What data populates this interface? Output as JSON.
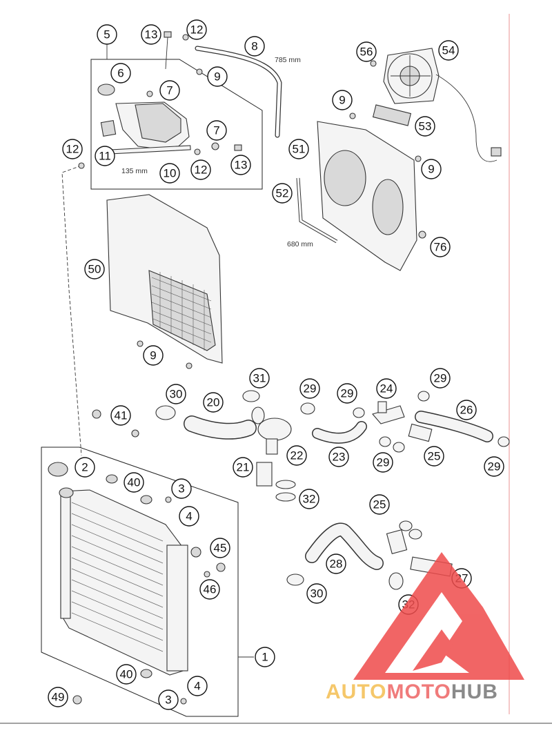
{
  "dimensions": {
    "hose_8": "785 mm",
    "rod_10": "135 mm",
    "strip_52": "680 mm"
  },
  "callouts": [
    {
      "label": "1"
    },
    {
      "label": "2"
    },
    {
      "label": "3"
    },
    {
      "label": "4"
    },
    {
      "label": "5"
    },
    {
      "label": "6"
    },
    {
      "label": "7"
    },
    {
      "label": "7"
    },
    {
      "label": "8"
    },
    {
      "label": "9"
    },
    {
      "label": "9"
    },
    {
      "label": "9"
    },
    {
      "label": "9"
    },
    {
      "label": "10"
    },
    {
      "label": "11"
    },
    {
      "label": "12"
    },
    {
      "label": "12"
    },
    {
      "label": "12"
    },
    {
      "label": "13"
    },
    {
      "label": "13"
    },
    {
      "label": "20"
    },
    {
      "label": "21"
    },
    {
      "label": "22"
    },
    {
      "label": "23"
    },
    {
      "label": "24"
    },
    {
      "label": "25"
    },
    {
      "label": "25"
    },
    {
      "label": "26"
    },
    {
      "label": "27"
    },
    {
      "label": "28"
    },
    {
      "label": "29"
    },
    {
      "label": "29"
    },
    {
      "label": "29"
    },
    {
      "label": "29"
    },
    {
      "label": "29"
    },
    {
      "label": "30"
    },
    {
      "label": "30"
    },
    {
      "label": "31"
    },
    {
      "label": "32"
    },
    {
      "label": "32"
    },
    {
      "label": "40"
    },
    {
      "label": "40"
    },
    {
      "label": "41"
    },
    {
      "label": "45"
    },
    {
      "label": "46"
    },
    {
      "label": "49"
    },
    {
      "label": "50"
    },
    {
      "label": "51"
    },
    {
      "label": "52"
    },
    {
      "label": "53"
    },
    {
      "label": "54"
    },
    {
      "label": "56"
    },
    {
      "label": "76"
    },
    {
      "label": "3"
    },
    {
      "label": "4"
    }
  ],
  "watermark": {
    "part1": "AUTO",
    "part2": "MOTO",
    "part3": "HUB",
    "color1": "#f5c76a",
    "color2": "#f07b7b",
    "color3": "#8a8a8a",
    "logo_color": "#ef4b4b"
  }
}
